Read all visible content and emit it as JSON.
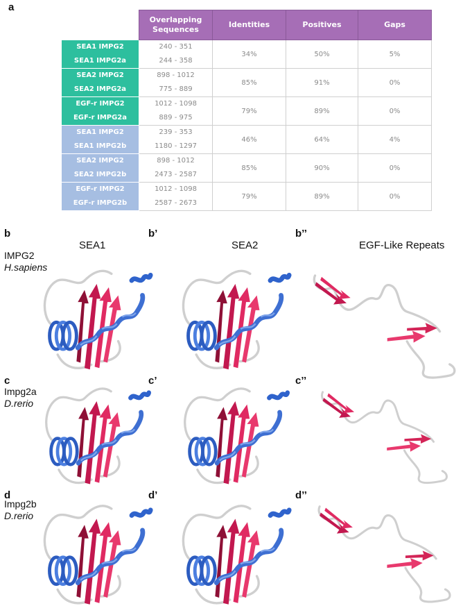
{
  "panels": {
    "a": "a",
    "b": "b",
    "b1": "b’",
    "b2": "b’’",
    "c": "c",
    "c1": "c’",
    "c2": "c’’",
    "d": "d",
    "d1": "d’",
    "d2": "d’’"
  },
  "table": {
    "headers": [
      "Overlapping Sequences",
      "Identities",
      "Positives",
      "Gaps"
    ],
    "rows": [
      {
        "name1": "SEA1 IMPG2",
        "name2": "SEA1 IMPG2a",
        "seq1": "240 - 351",
        "seq2": "244 - 358",
        "identities": "34%",
        "positives": "50%",
        "gaps": "5%",
        "group": "green"
      },
      {
        "name1": "SEA2 IMPG2",
        "name2": "SEA2 IMPG2a",
        "seq1": "898 - 1012",
        "seq2": "775 - 889",
        "identities": "85%",
        "positives": "91%",
        "gaps": "0%",
        "group": "green"
      },
      {
        "name1": "EGF-r IMPG2",
        "name2": "EGF-r IMPG2a",
        "seq1": "1012 - 1098",
        "seq2": "889 - 975",
        "identities": "79%",
        "positives": "89%",
        "gaps": "0%",
        "group": "green"
      },
      {
        "name1": "SEA1 IMPG2",
        "name2": "SEA1 IMPG2b",
        "seq1": "239 - 353",
        "seq2": "1180 - 1297",
        "identities": "46%",
        "positives": "64%",
        "gaps": "4%",
        "group": "blue"
      },
      {
        "name1": "SEA2 IMPG2",
        "name2": "SEA2 IMPG2b",
        "seq1": "898 - 1012",
        "seq2": "2473 - 2587",
        "identities": "85%",
        "positives": "90%",
        "gaps": "0%",
        "group": "blue"
      },
      {
        "name1": "EGF-r IMPG2",
        "name2": "EGF-r IMPG2b",
        "seq1": "1012 - 1098",
        "seq2": "2587 - 2673",
        "identities": "79%",
        "positives": "89%",
        "gaps": "0%",
        "group": "blue"
      }
    ]
  },
  "columns": {
    "sea1": "SEA1",
    "sea2": "SEA2",
    "egf": "EGF-Like Repeats"
  },
  "species": {
    "b": {
      "gene": "IMPG2",
      "organism": "H.sapiens"
    },
    "c": {
      "gene": "Impg2a",
      "organism": "D.rerio"
    },
    "d": {
      "gene": "Impg2b",
      "organism": "D.rerio"
    }
  },
  "colors": {
    "header": "#a66eb6",
    "green": "#2dbf9e",
    "blue": "#a6bee2",
    "helix": "#3f6fd0",
    "strand": "#d8285a",
    "coil": "#c8c8c8"
  }
}
